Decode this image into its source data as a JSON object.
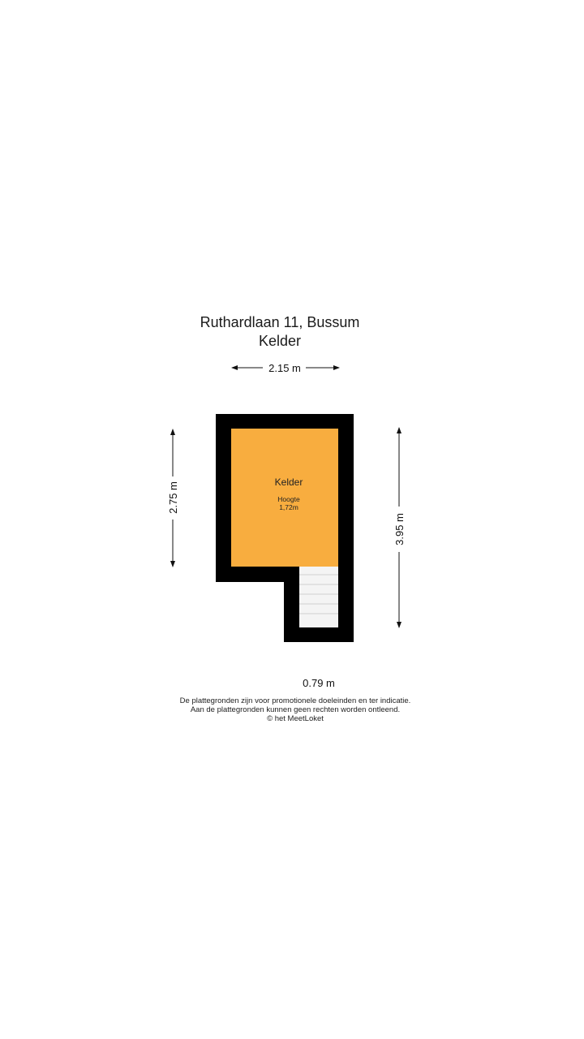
{
  "header": {
    "address": "Ruthardlaan 11, Bussum",
    "level": "Kelder"
  },
  "dimensions": {
    "top_width": "2.15 m",
    "left_height": "2.75 m",
    "right_height": "3.95 m",
    "bottom_width": "0.79 m"
  },
  "room": {
    "name": "Kelder",
    "height_label": "Hoogte",
    "height_value": "1,72m"
  },
  "colors": {
    "room_fill": "#f8ad3f",
    "wall": "#000000"
  },
  "footer": {
    "line1": "De plattegronden zijn voor promotionele doeleinden en ter indicatie.",
    "line2": "Aan de plattegronden kunnen geen rechten worden ontleend.",
    "line3": "© het MeetLoket"
  }
}
